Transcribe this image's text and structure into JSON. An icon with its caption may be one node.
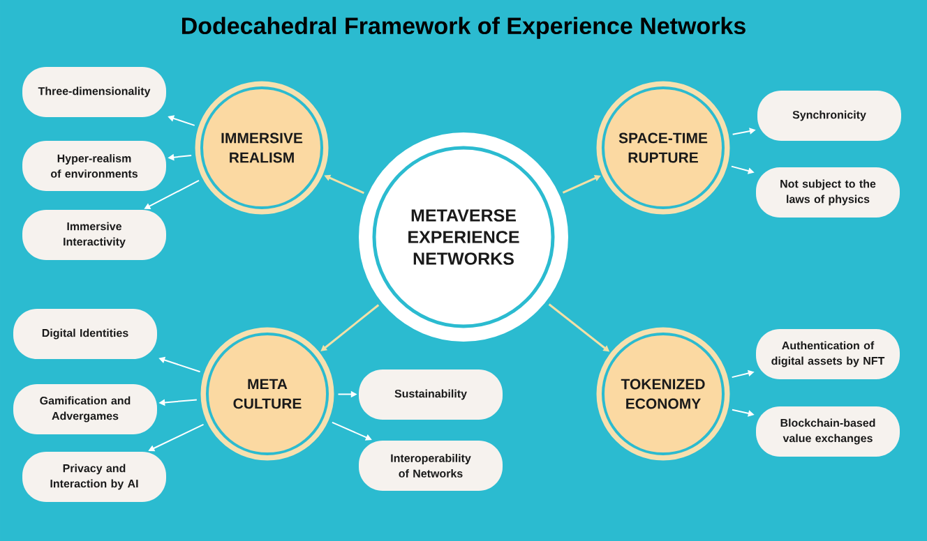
{
  "diagram": {
    "title": "Dodecahedral Framework of Experience Networks",
    "nodes": [
      {
        "text": [
          "METAVERSE EXPERIENCE NETWORKS"
        ]
      },
      {
        "text": [
          "IMMERSIVE REALISM"
        ]
      },
      {
        "text": [
          "Three-dimensionality"
        ]
      },
      {
        "text": [
          "Hyper-realism of environments"
        ]
      },
      {
        "text": [
          "Immersive Interactivity"
        ]
      },
      {
        "text": [
          "SPACE-TIME RUPTURE"
        ]
      },
      {
        "text": [
          "Synchronicity"
        ]
      },
      {
        "text": [
          "Not subject to the laws of physics"
        ]
      },
      {
        "text": [
          "META CULTURE"
        ]
      },
      {
        "text": [
          "Digital Identities"
        ]
      },
      {
        "text": [
          "Gamification and Advergames"
        ]
      },
      {
        "text": [
          "Privacy and Interaction by AI"
        ]
      },
      {
        "text": [
          "Sustainability"
        ]
      },
      {
        "text": [
          "Interoperability of Networks"
        ]
      },
      {
        "text": [
          "TOKENIZED ECONOMY"
        ]
      },
      {
        "text": [
          "Authentication of digital assets by NFT"
        ]
      },
      {
        "text": [
          "Blockchain-based value exchanges"
        ]
      }
    ],
    "edges": [
      {
        "from": 0,
        "to": 1,
        "arrow": "to",
        "color": "#f3e0a6"
      },
      {
        "from": 0,
        "to": 5,
        "arrow": "to",
        "color": "#f3e0a6"
      },
      {
        "from": 0,
        "to": 8,
        "arrow": "to",
        "color": "#f3e0a6"
      },
      {
        "from": 0,
        "to": 14,
        "arrow": "to",
        "color": "#f3e0a6"
      },
      {
        "from": 1,
        "to": 2,
        "arrow": "to"
      },
      {
        "from": 1,
        "to": 3,
        "arrow": "to"
      },
      {
        "from": 1,
        "to": 4,
        "arrow": "to"
      },
      {
        "from": 5,
        "to": 6,
        "arrow": "to"
      },
      {
        "from": 5,
        "to": 7,
        "arrow": "to"
      },
      {
        "from": 8,
        "to": 9,
        "arrow": "to"
      },
      {
        "from": 8,
        "to": 10,
        "arrow": "to"
      },
      {
        "from": 8,
        "to": 11,
        "arrow": "to"
      },
      {
        "from": 8,
        "to": 12,
        "arrow": "to"
      },
      {
        "from": 8,
        "to": 13,
        "arrow": "to"
      },
      {
        "from": 14,
        "to": 15,
        "arrow": "to"
      },
      {
        "from": 14,
        "to": 16,
        "arrow": "to"
      }
    ]
  }
}
